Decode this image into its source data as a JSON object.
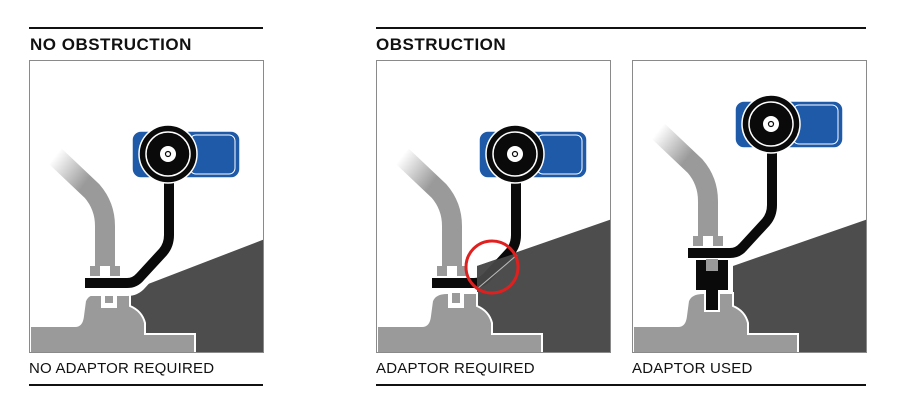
{
  "sections": {
    "left": {
      "heading": "NO OBSTRUCTION"
    },
    "right": {
      "heading": "OBSTRUCTION"
    }
  },
  "panels": [
    {
      "caption": "NO ADAPTOR REQUIRED",
      "variant": "no-obstruction"
    },
    {
      "caption": "ADAPTOR REQUIRED",
      "variant": "obstruction-highlight"
    },
    {
      "caption": "ADAPTOR USED",
      "variant": "adaptor-used"
    }
  ],
  "colors": {
    "sensor_blue": "#1e5aa8",
    "valve_black": "#0a0a0a",
    "rim_gray": "#9a9a9a",
    "obstruction_dark": "#4d4d4d",
    "highlight_red": "#e0201f"
  }
}
